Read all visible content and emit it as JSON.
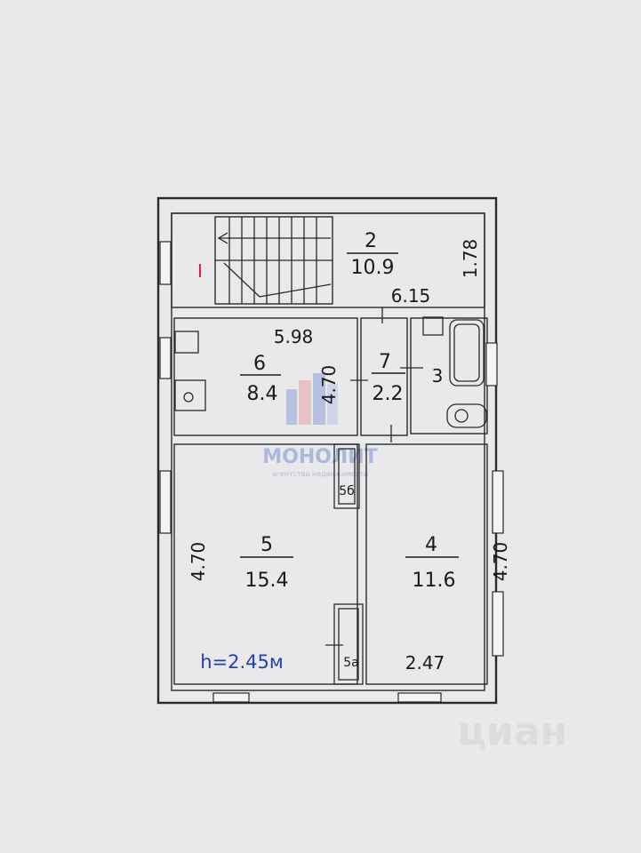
{
  "rooms": [
    {
      "id": "2",
      "number": "2",
      "area": "10.9"
    },
    {
      "id": "6",
      "number": "6",
      "area": "8.4"
    },
    {
      "id": "7",
      "number": "7",
      "area": "2.2"
    },
    {
      "id": "5",
      "number": "5",
      "area": "15.4"
    },
    {
      "id": "4",
      "number": "4",
      "area": "11.6"
    }
  ],
  "small_labels": {
    "room3": "3",
    "room5a": "5а",
    "room5b": "5б",
    "stair_mark": "I"
  },
  "dimensions": {
    "top_right": "1.78",
    "hall_width": "6.15",
    "room6_width": "5.98",
    "room6_height": "4.70",
    "left_height": "4.70",
    "right_height": "4.70",
    "room4_width": "2.47"
  },
  "ceiling_height": "h=2.45м",
  "watermark": {
    "brand": "МОНОЛИТ",
    "tagline": "агентство недвижимости",
    "corner": "циан"
  },
  "colors": {
    "background": "#e9e9eb",
    "walls": "#2a2a2a",
    "ceiling_label": "#1f3fb5",
    "stair_mark": "#d0223a",
    "watermark": "#8090c8"
  }
}
